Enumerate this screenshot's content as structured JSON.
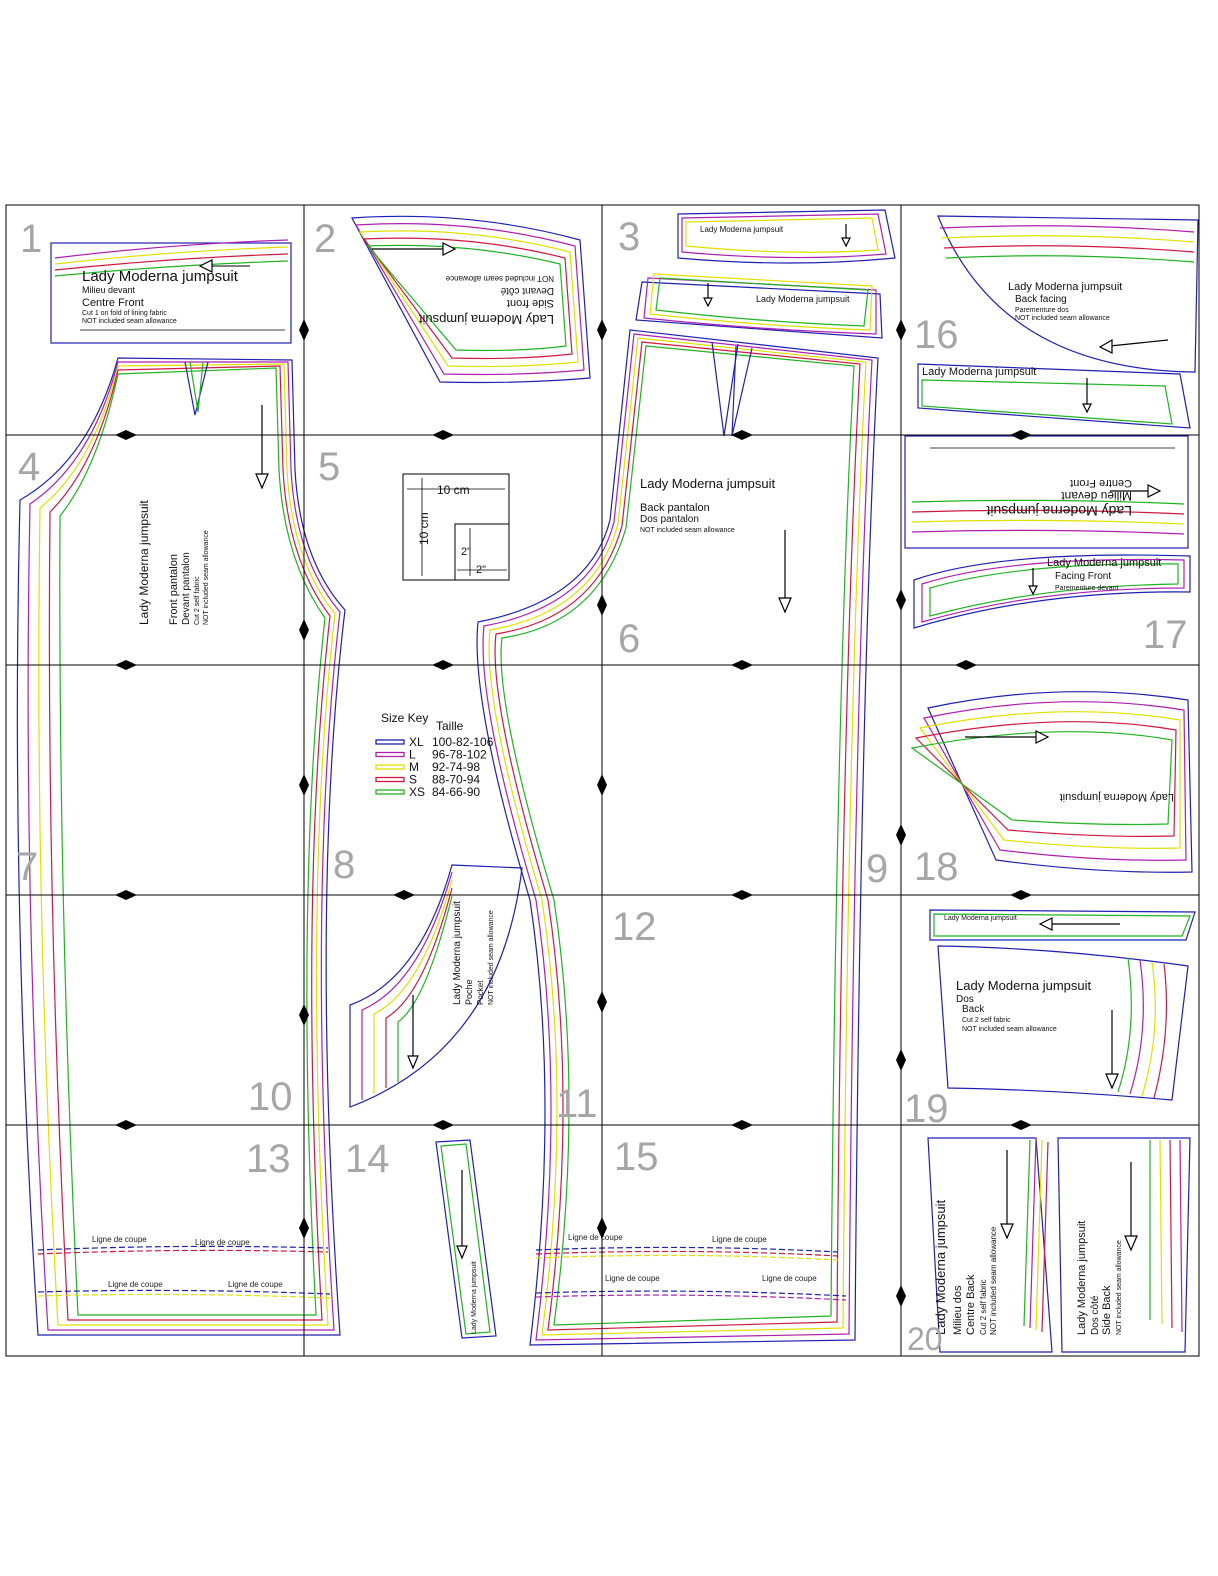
{
  "page_numbers": [
    "1",
    "2",
    "3",
    "4",
    "5",
    "6",
    "7",
    "8",
    "9",
    "10",
    "11",
    "12",
    "13",
    "14",
    "15",
    "16",
    "17",
    "18",
    "19",
    "20"
  ],
  "colors": {
    "grid": "#000000",
    "XL": "#1f1fb4",
    "L": "#b01eb0",
    "M": "#e0e000",
    "S": "#d01840",
    "XS": "#1fb41f",
    "page_number": "#a6a6a6"
  },
  "scale_square": {
    "width_label": "10 cm",
    "height_label": "10 cm",
    "inner_width_label": "2\"",
    "inner_height_label": "2\""
  },
  "size_key": {
    "title": "Size Key",
    "subtitle": "Taille",
    "entries": [
      {
        "size": "XL",
        "measure": "100-82-106",
        "color_key": "XL"
      },
      {
        "size": "L",
        "measure": "96-78-102",
        "color_key": "L"
      },
      {
        "size": "M",
        "measure": "92-74-98",
        "color_key": "M"
      },
      {
        "size": "S",
        "measure": "88-70-94",
        "color_key": "S"
      },
      {
        "size": "XS",
        "measure": "84-66-90",
        "color_key": "XS"
      }
    ]
  },
  "pieces": {
    "waistband_front": {
      "title": "Lady Moderna jumpsuit",
      "line1": "Milieu devant",
      "line2": "Centre Front",
      "line3": "Cut 1 on fold of lining fabric",
      "line4": "NOT included seam allowance"
    },
    "bodice_side_front": {
      "title": "Lady Moderna jumpsuit",
      "line1": "Side front",
      "line2": "Devant côté",
      "line3": "NOT included seam allowance"
    },
    "front_trousers": {
      "title": "Lady Moderna jumpsuit",
      "line1": "Front pantalon",
      "line2": "Devant pantalon",
      "line3": "Cut 2 self fabric",
      "line4": "NOT included seam allowance"
    },
    "back_trousers": {
      "title": "Lady Moderna jumpsuit",
      "line1": "Back pantalon",
      "line2": "Dos pantalon",
      "line3": "NOT included seam allowance"
    },
    "pocket": {
      "title": "Lady Moderna jumpsuit",
      "line1": "Poche",
      "line2": "Pocket",
      "line3": "NOT included seam allowance"
    },
    "back_top": {
      "title": "Lady Moderna jumpsuit",
      "line1": "Dos",
      "line2": "Back",
      "line3": "Cut 2 self fabric",
      "line4": "NOT included seam allowance"
    },
    "facing_front": {
      "title": "Lady Moderna jumpsuit",
      "line1": "Facing Front",
      "line2": "Parementure devant"
    },
    "centre_front": {
      "title": "Lady Moderna jumpsuit",
      "line1": "Milieu devant",
      "line2": "Centre Front"
    },
    "back_facing": {
      "title": "Lady Moderna jumpsuit",
      "line1": "Back facing",
      "line2": "Parementure dos",
      "line3": "NOT included seam allowance"
    },
    "centre_back": {
      "title": "Lady Moderna jumpsuit",
      "line1": "Milieu dos",
      "line2": "Centre Back",
      "line3": "Cut 2 self fabric",
      "line4": "NOT included seam allowance"
    },
    "side_back": {
      "title": "Lady Moderna jumpsuit",
      "line1": "Dos côté",
      "line2": "Side Back",
      "line3": "NOT included seam allowance"
    },
    "strap": {
      "title": "Lady Moderna jumpsuit"
    },
    "hem_line": "Ligne de coupe"
  }
}
